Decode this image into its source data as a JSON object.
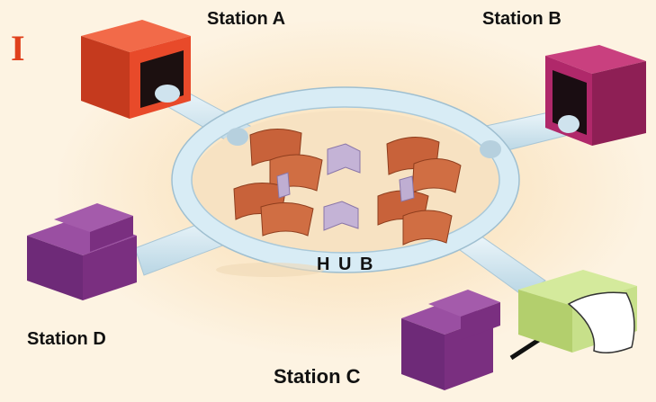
{
  "figure": {
    "marker": "I",
    "hub_label": "H U B"
  },
  "stations": {
    "a": {
      "label": "Station A",
      "color": "#e84a2a"
    },
    "b": {
      "label": "Station B",
      "color": "#b0286a"
    },
    "c": {
      "label": "Station C",
      "color": "#7a2f80"
    },
    "d": {
      "label": "Station D",
      "color": "#7a2f80"
    }
  },
  "colors": {
    "cable": "#d9ecf4",
    "hub_ring": "#d8ecf5",
    "segment_brown": "#c8623a",
    "segment_lilac": "#c4b3d6",
    "printer": "#c7e08a"
  },
  "icons": {
    "station_a": "computer-terminal-icon",
    "station_b": "computer-terminal-icon",
    "station_c": "computer-icon",
    "station_d": "computer-icon",
    "printer": "printer-icon"
  }
}
